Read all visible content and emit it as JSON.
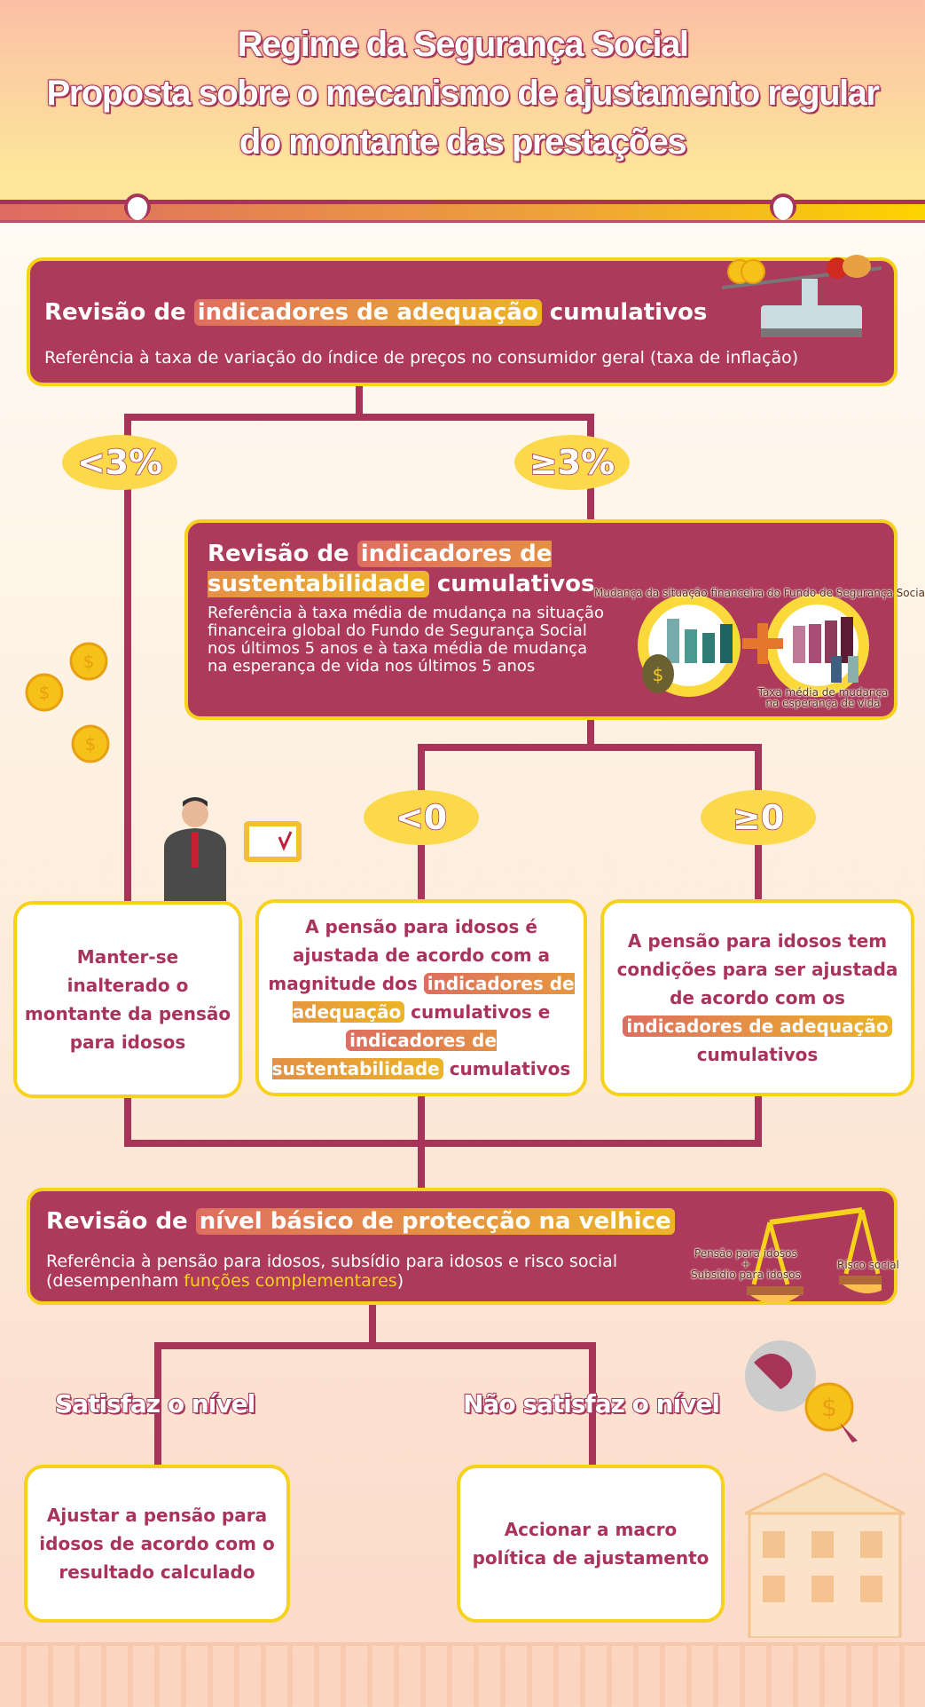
{
  "header": {
    "title_lines": [
      "Regime da Segurança Social",
      "Proposta sobre o mecanismo de ajustamento regular",
      "do montante das prestações"
    ]
  },
  "step1": {
    "title_pre": "Revisão de",
    "title_highlight": "indicadores de adequação",
    "title_post": "cumulativos",
    "reference": "Referência à taxa de variação do índice de preços no consumidor geral (taxa de inflação)"
  },
  "branch1": {
    "left": "<3%",
    "right": "≥3%"
  },
  "step2": {
    "title_pre": "Revisão de",
    "title_highlight": "indicadores de sustentabilidade",
    "title_post": "cumulativos",
    "reference": "Referência à taxa média de mudança na situação financeira global do Fundo de Segurança Social nos últimos 5 anos e à taxa média de mudança na esperança de vida nos últimos 5 anos",
    "icon_label_financial": "Mudança da situação financeira do Fundo de Segurança Social",
    "icon_label_life": "Taxa média de mudança na esperança de vida"
  },
  "branch2": {
    "left": "<0",
    "right": "≥0"
  },
  "outcomes": {
    "unchanged": "Manter-se inalterado o montante da pensão para idosos",
    "both": {
      "pre": "A pensão para idosos é ajustada de acordo com a magnitude dos",
      "hl1": "indicadores de adequação",
      "mid": "cumulativos e",
      "hl2": "indicadores de sustentabilidade",
      "post": "cumulativos"
    },
    "adequacy": {
      "pre": "A pensão para idosos tem condições para ser ajustada de acordo com os",
      "hl": "indicadores de adequação",
      "post": "cumulativos"
    }
  },
  "step3": {
    "title_pre": "Revisão de",
    "title_highlight": "nível básico de protecção na velhice",
    "reference": "Referência à pensão para idosos, subsídio para idosos e risco social",
    "reference2_pre": "(desempenham",
    "reference2_hl": "funções complementares",
    "reference2_post": ")",
    "scale_left_1": "Pensão para idosos",
    "scale_plus": "+",
    "scale_left_2": "Subsídio para idosos",
    "scale_right": "Risco social"
  },
  "branch3": {
    "left": "Satisfaz o nível",
    "right": "Não satisfaz o nível"
  },
  "final": {
    "left": "Ajustar a pensão para idosos de acordo com o resultado calculado",
    "right": "Accionar a macro política de ajustamento"
  },
  "colors": {
    "maroon": "#ad3a5a",
    "yellow": "#f7d21c"
  }
}
